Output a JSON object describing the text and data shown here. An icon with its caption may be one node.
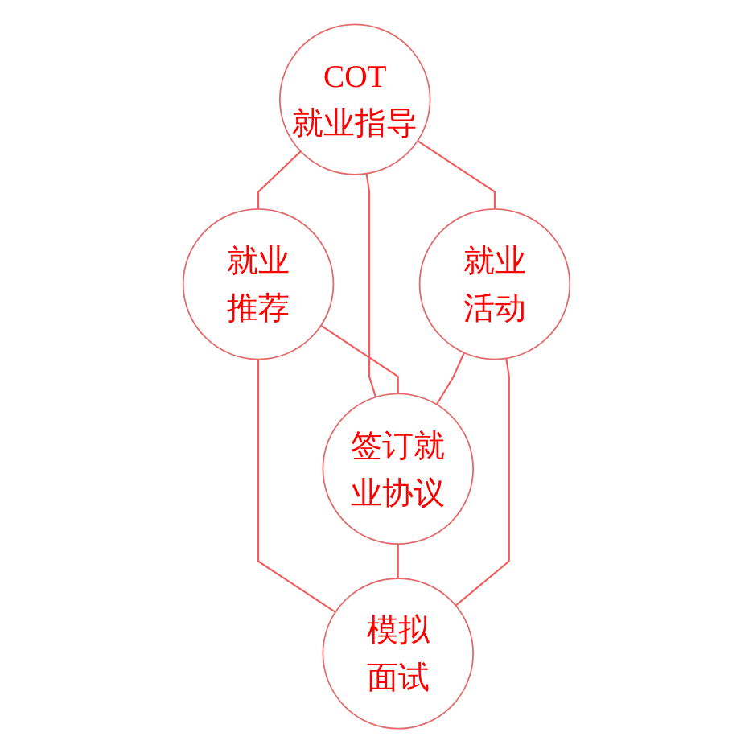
{
  "diagram": {
    "nodes": [
      {
        "text": [
          "COT",
          "就业指导"
        ]
      },
      {
        "text": [
          "就业推荐"
        ]
      },
      {
        "text": [
          "签订就业协议"
        ]
      },
      {
        "text": [
          "就业活动"
        ]
      },
      {
        "text": [
          "模拟面试"
        ]
      }
    ],
    "edges": [
      {
        "from": 0,
        "to": 1,
        "arrow": "none"
      },
      {
        "from": 0,
        "to": 2,
        "arrow": "none"
      },
      {
        "from": 0,
        "to": 3,
        "arrow": "none"
      },
      {
        "from": 1,
        "to": 2,
        "arrow": "none"
      },
      {
        "from": 3,
        "to": 2,
        "arrow": "none"
      },
      {
        "from": 1,
        "to": 4,
        "arrow": "none"
      },
      {
        "from": 2,
        "to": 4,
        "arrow": "none"
      },
      {
        "from": 3,
        "to": 4,
        "arrow": "none"
      }
    ]
  }
}
